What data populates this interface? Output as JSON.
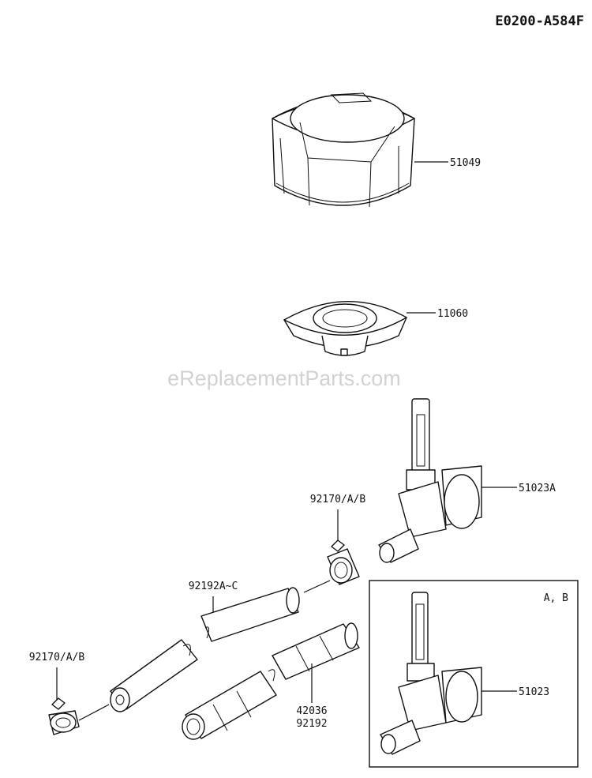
{
  "diagram_code": "E0200-A584F",
  "watermark": "eReplacementParts.com",
  "inset_label": "A, B",
  "parts": {
    "fuel_cap": "51049",
    "cap_gasket": "11060",
    "fuel_cock_a": "51023A",
    "clamp_upper": "92170/A/B",
    "fuel_hose": "92192A~C",
    "clamp_lower": "92170/A/B",
    "hose_part_a": "42036",
    "hose_part_b": "92192",
    "fuel_cock_inset": "51023"
  }
}
